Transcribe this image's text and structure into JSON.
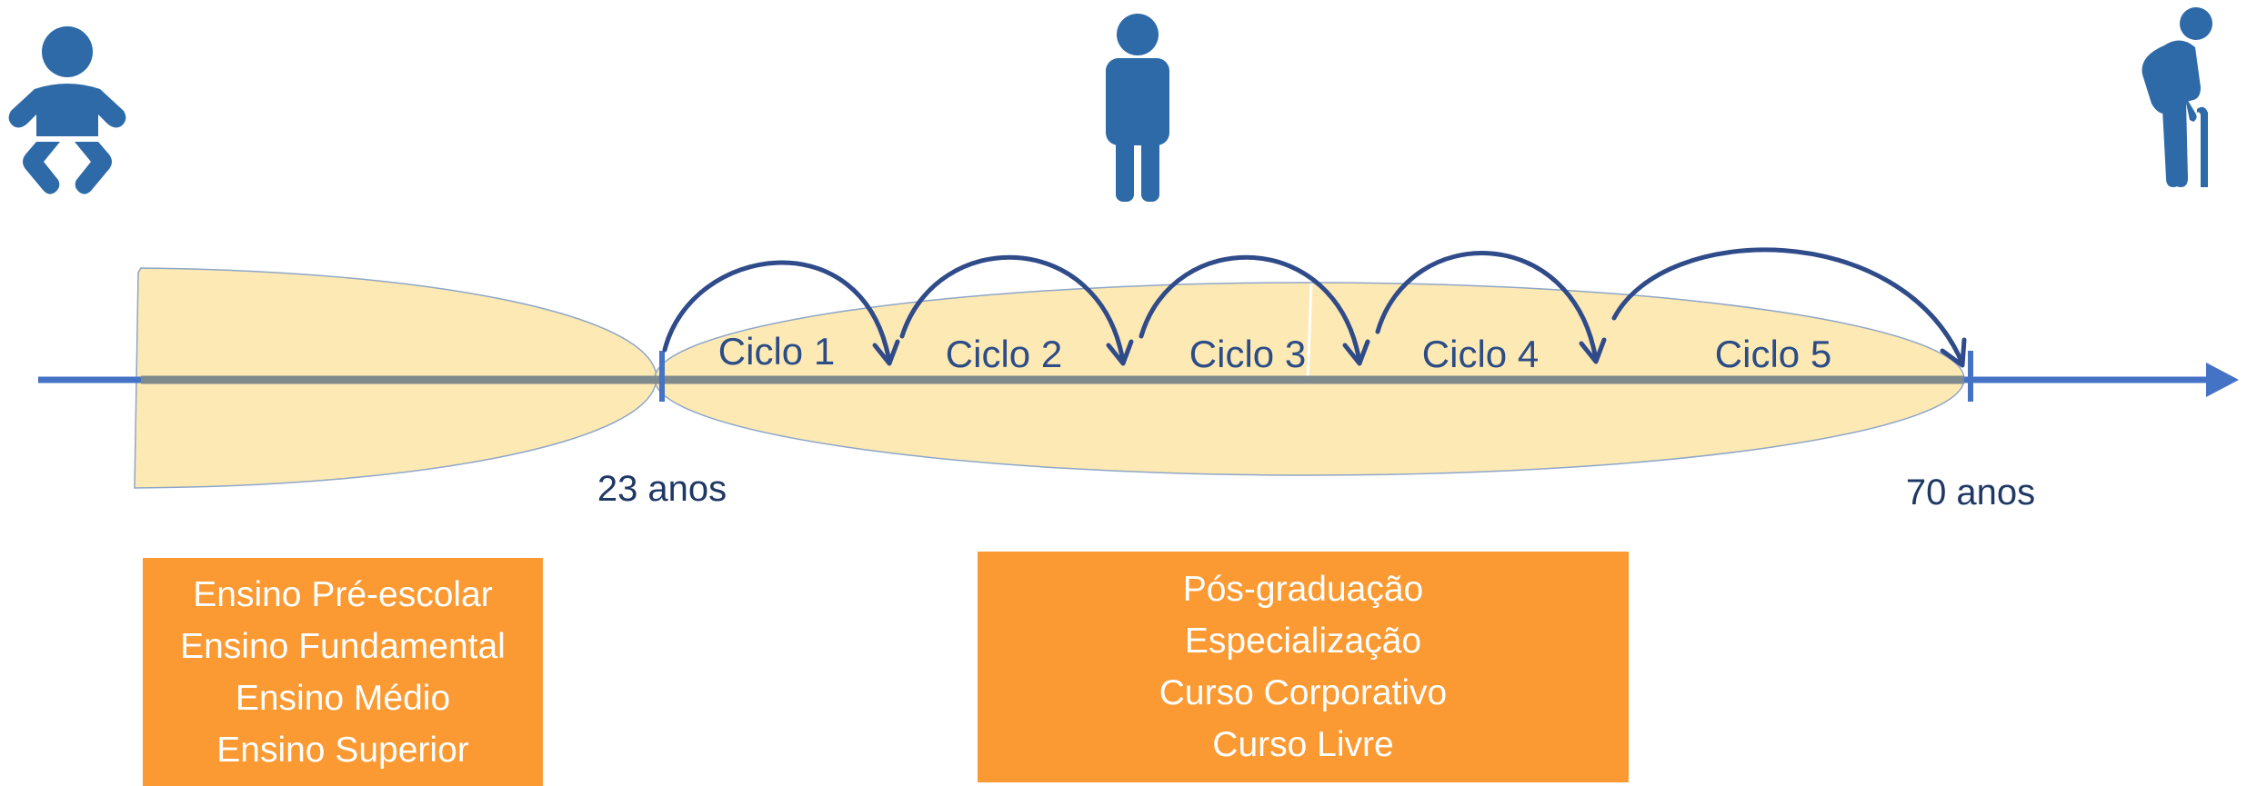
{
  "icons": {
    "baby": "baby-icon",
    "adult": "adult-person-icon",
    "elderly": "elderly-person-with-cane-icon"
  },
  "colors": {
    "icon_blue": "#2e6aa8",
    "timeline_blue": "#4472c4",
    "timeline_gray": "#7f8a8c",
    "ellipse_fill": "#fde9b4",
    "ellipse_stroke": "#8ea6c8",
    "arc_navy": "#2f4b8a",
    "box_orange": "#fb9a32",
    "text_navy": "#1f3864"
  },
  "timeline": {
    "cycles": [
      "Ciclo 1",
      "Ciclo 2",
      "Ciclo 3",
      "Ciclo 4",
      "Ciclo 5"
    ],
    "start_age_label": "23 anos",
    "end_age_label": "70 anos"
  },
  "education_basic": {
    "items": [
      "Ensino Pré-escolar",
      "Ensino Fundamental",
      "Ensino Médio",
      "Ensino Superior"
    ]
  },
  "education_continuing": {
    "items": [
      "Pós-graduação",
      "Especialização",
      "Curso Corporativo",
      "Curso Livre"
    ]
  }
}
